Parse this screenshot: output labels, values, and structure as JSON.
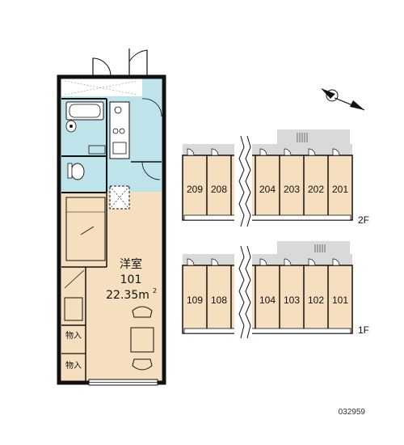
{
  "room": {
    "type": "洋室",
    "number": "101",
    "area_value": "22.35m",
    "area_sup": "2"
  },
  "storage": [
    "物入",
    "物入"
  ],
  "floors": [
    {
      "floor_label": "2F",
      "units": [
        "209",
        "208",
        "204",
        "203",
        "202",
        "201"
      ]
    },
    {
      "floor_label": "1F",
      "units": [
        "109",
        "108",
        "104",
        "103",
        "102",
        "101"
      ]
    }
  ],
  "code": "032959",
  "icons": {
    "compass": "north-arrow-icon"
  },
  "colors": {
    "room_fill": "#f6dfbe",
    "wet_fill": "#bfe3ea",
    "wall": "#111111",
    "corridor": "#d9d9d9"
  }
}
